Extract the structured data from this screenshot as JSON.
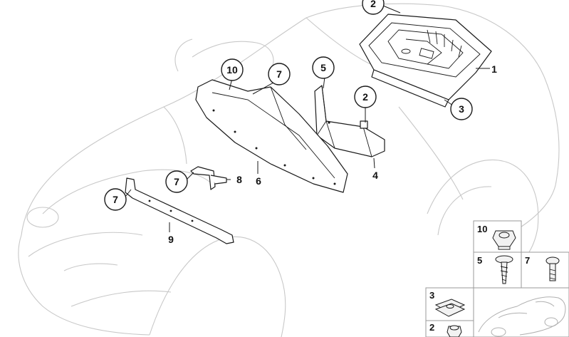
{
  "callouts": [
    {
      "id": "c-2-top",
      "label": "2"
    },
    {
      "id": "c-10",
      "label": "10"
    },
    {
      "id": "c-7-a",
      "label": "7"
    },
    {
      "id": "c-5",
      "label": "5"
    },
    {
      "id": "c-2-mid",
      "label": "2"
    },
    {
      "id": "c-3",
      "label": "3"
    },
    {
      "id": "c-7-b",
      "label": "7"
    },
    {
      "id": "c-7-c",
      "label": "7"
    }
  ],
  "plain_labels": [
    {
      "id": "l-1",
      "label": "1"
    },
    {
      "id": "l-4",
      "label": "4"
    },
    {
      "id": "l-6",
      "label": "6"
    },
    {
      "id": "l-8",
      "label": "8"
    },
    {
      "id": "l-9",
      "label": "9"
    }
  ],
  "legend": [
    {
      "id": "lg-10",
      "label": "10",
      "icon": "nut-icon"
    },
    {
      "id": "lg-5",
      "label": "5",
      "icon": "screw-icon"
    },
    {
      "id": "lg-7",
      "label": "7",
      "icon": "bolt-icon"
    },
    {
      "id": "lg-3",
      "label": "3",
      "icon": "clip-nut-icon"
    },
    {
      "id": "lg-2",
      "label": "2",
      "icon": "cap-nut-icon"
    }
  ],
  "colors": {
    "line": "#1a1a1a",
    "car_outline": "#c8c8c8",
    "legend_border": "#9a9a9a"
  }
}
